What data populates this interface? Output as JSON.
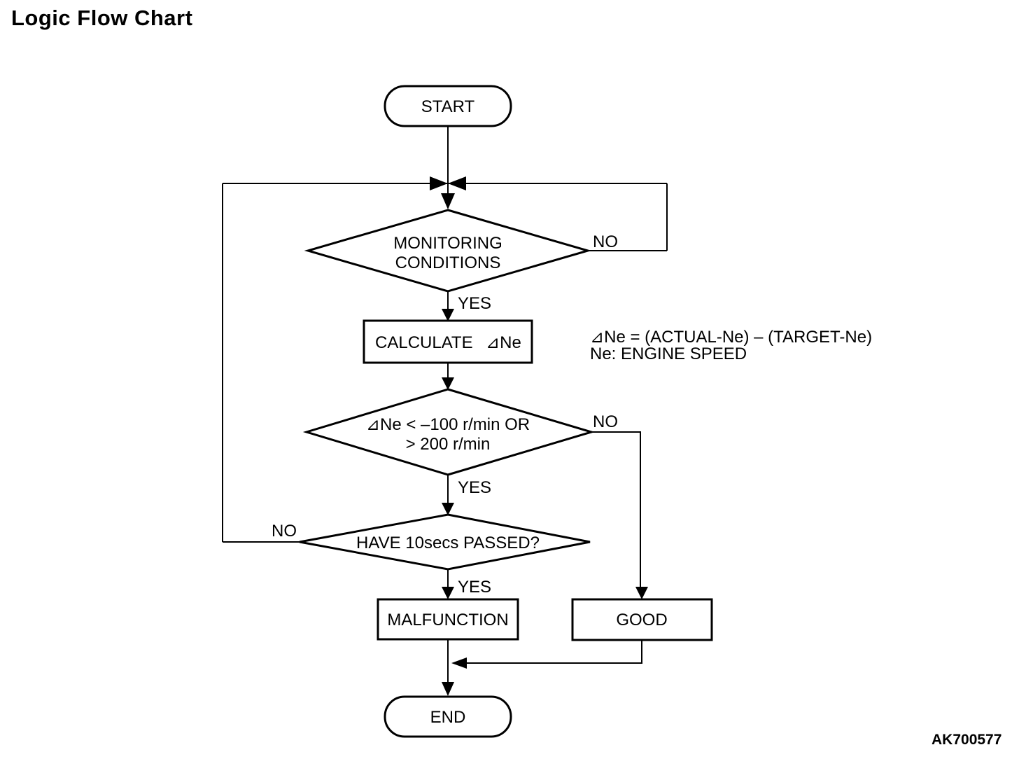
{
  "page": {
    "title": "Logic Flow Chart",
    "figure_code": "AK700577",
    "ink_color": "#000000",
    "background_color": "#ffffff"
  },
  "flowchart": {
    "nodes": {
      "start": {
        "type": "terminator",
        "label": "START"
      },
      "monitoring_conditions": {
        "type": "decision",
        "line1": "MONITORING",
        "line2": "CONDITIONS"
      },
      "calculate": {
        "type": "process",
        "label": "CALCULATE",
        "value": "⊿Ne"
      },
      "delta_ne_check": {
        "type": "decision",
        "line1": "⊿Ne < –100 r/min OR",
        "line2": "> 200 r/min"
      },
      "ten_secs_check": {
        "type": "decision",
        "label": "HAVE 10secs PASSED?"
      },
      "malfunction": {
        "type": "process",
        "label": "MALFUNCTION"
      },
      "good": {
        "type": "process",
        "label": "GOOD"
      },
      "end": {
        "type": "terminator",
        "label": "END"
      }
    },
    "branch_labels": {
      "monitoring_no": "NO",
      "monitoring_yes": "YES",
      "delta_no": "NO",
      "delta_yes": "YES",
      "ten_secs_no": "NO",
      "ten_secs_yes": "YES"
    },
    "annotation": {
      "line1": "⊿Ne = (ACTUAL-Ne) – (TARGET-Ne)",
      "line2": "Ne: ENGINE SPEED"
    }
  }
}
